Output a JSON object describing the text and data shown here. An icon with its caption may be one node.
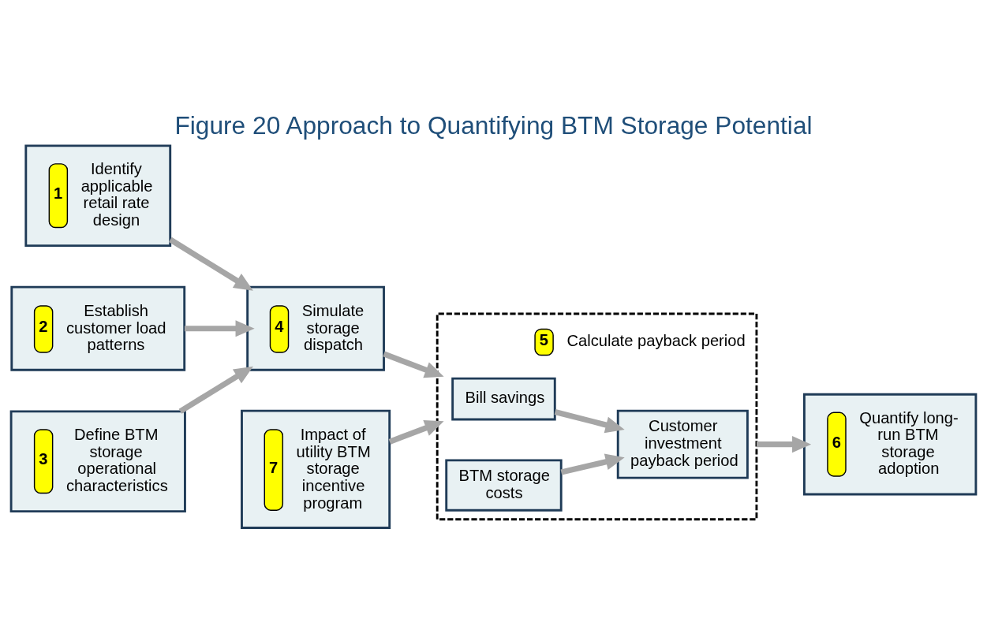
{
  "diagram": {
    "title": "Figure 20 Approach to Quantifying BTM Storage Potential",
    "nodes": [
      {
        "text": [
          "1",
          "Identify applicable retail rate design"
        ]
      },
      {
        "text": [
          "2",
          "Establish customer load patterns"
        ]
      },
      {
        "text": [
          "3",
          "Define BTM storage operational characteristics"
        ]
      },
      {
        "text": [
          "4",
          "Simulate storage dispatch"
        ]
      },
      {
        "text": [
          "5",
          "Calculate payback period"
        ]
      },
      {
        "text": [
          "Bill savings"
        ],
        "in": 4
      },
      {
        "text": [
          "BTM storage costs"
        ],
        "in": 4
      },
      {
        "text": [
          "Customer investment payback period"
        ],
        "in": 4
      },
      {
        "text": [
          "6",
          "Quantify long-run BTM storage adoption"
        ]
      },
      {
        "text": [
          "7",
          "Impact of utility BTM storage incentive program"
        ]
      }
    ],
    "edges": [
      {
        "from": 0,
        "to": 3,
        "arrow": "to"
      },
      {
        "from": 1,
        "to": 3,
        "arrow": "to"
      },
      {
        "from": 2,
        "to": 3,
        "arrow": "to"
      },
      {
        "from": 3,
        "to": 4,
        "arrow": "to"
      },
      {
        "from": 5,
        "to": 7,
        "arrow": "to"
      },
      {
        "from": 6,
        "to": 7,
        "arrow": "to"
      },
      {
        "from": 4,
        "to": 8,
        "arrow": "to"
      },
      {
        "from": 9,
        "to": 4,
        "arrow": "to"
      }
    ]
  }
}
